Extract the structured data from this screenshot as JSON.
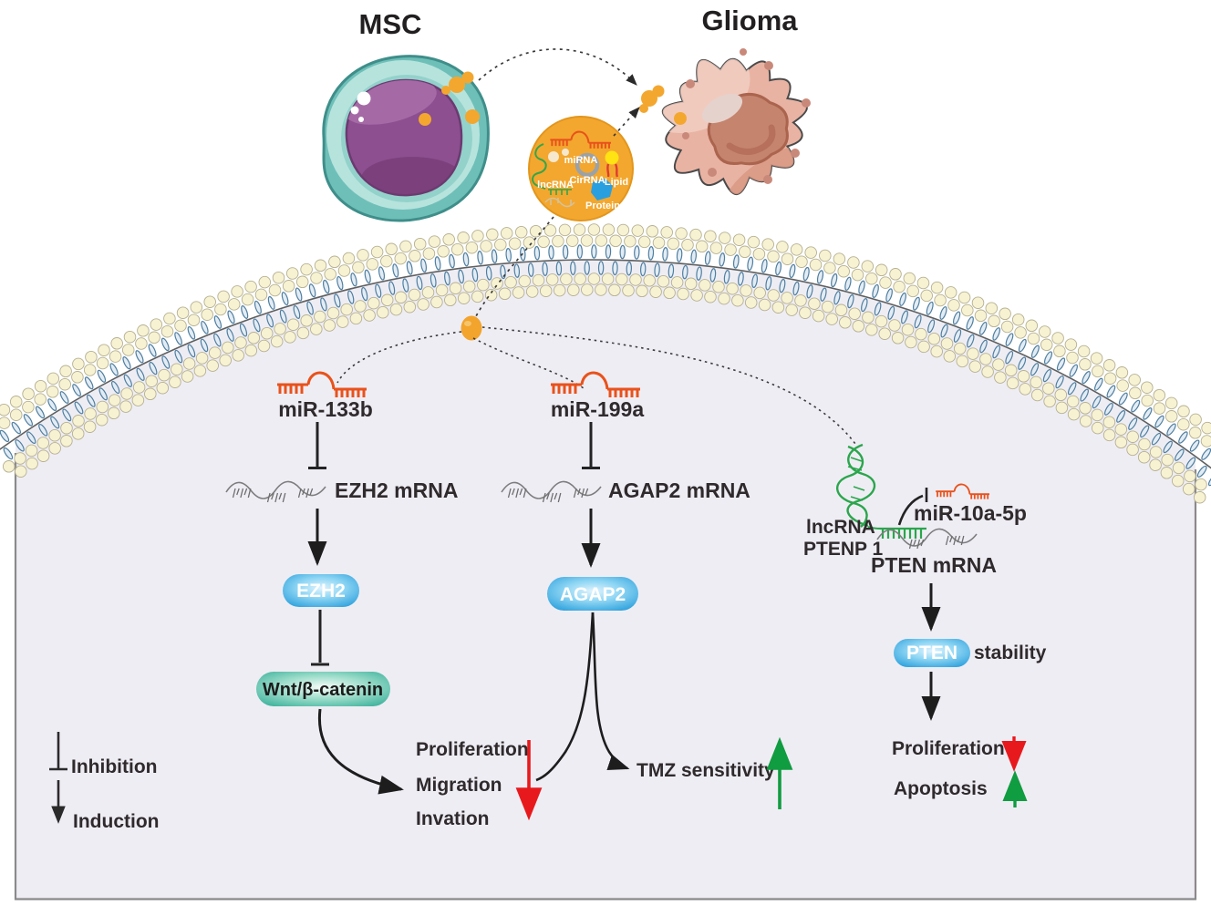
{
  "header": {
    "msc_label": "MSC",
    "glioma_label": "Glioma"
  },
  "exosome_contents": {
    "mirna": "miRNA",
    "cirrna": "CirRNA",
    "lipid": "Lipid",
    "lncrna": "lncRNA",
    "protein": "Protein"
  },
  "pathway_mir133b": {
    "mirna": "miR-133b",
    "target_mrna": "EZH2 mRNA",
    "protein": "EZH2",
    "downstream": "Wnt/β-catenin",
    "effects": [
      "Proliferation",
      "Migration",
      "Invation"
    ]
  },
  "pathway_mir199a": {
    "mirna": "miR-199a",
    "target_mrna": "AGAP2 mRNA",
    "protein": "AGAP2",
    "effect": "TMZ sensitivity"
  },
  "pathway_ptenp1": {
    "lncrna_name_line1": "lncRNA",
    "lncrna_name_line2": "PTENP 1",
    "mirna": "miR-10a-5p",
    "target_mrna": "PTEN mRNA",
    "protein": "PTEN",
    "protein_suffix": "stability",
    "effects": [
      "Proliferation",
      "Apoptosis"
    ]
  },
  "legend": {
    "inhibition": "Inhibition",
    "induction": "Induction"
  },
  "colors": {
    "background": "#ffffff",
    "cytoplasm": "#efedf4",
    "cell_border": "#8a8a8a",
    "membrane_head": "#f7f3d2",
    "membrane_tail": "#4e7fa2",
    "exosome_orange": "#f3a72e",
    "mirna_icon_orange": "#e8521b",
    "lncrna_green": "#2aa64c",
    "protein_pill_blue": "#0d8fd4",
    "wnt_pill_teal": "#0f9c85",
    "inhibit_red": "#e8191c",
    "induce_green": "#109c40",
    "msc_body_teal": "#8ed0c9",
    "msc_nucleus_purple": "#8d4f90",
    "glioma_body_salmon": "#e9b3a3",
    "glioma_nucleus": "#c5846e",
    "text": "#2f2a2c"
  }
}
